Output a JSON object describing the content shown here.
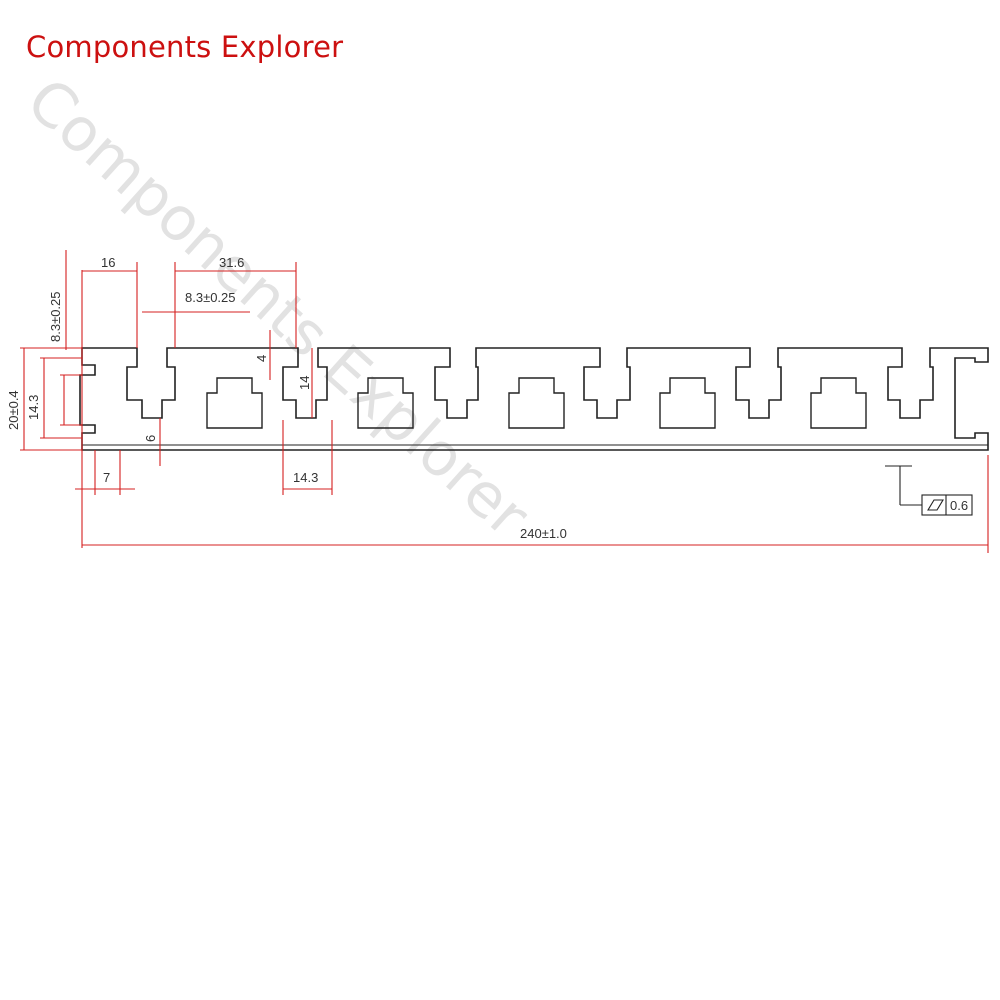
{
  "brand": {
    "title": "Components Explorer",
    "watermark": "Components Explorer"
  },
  "colors": {
    "brand": "#cc1010",
    "dimension": "#d42020",
    "profile": "#222222",
    "watermark": "#e2e2e2"
  },
  "dimensions": {
    "slot_opening": "16",
    "slot_pitch": "31.6",
    "slot_width": "8.3±0.25",
    "edge_slot_depth": "8.3±0.25",
    "height": "20±0.4",
    "inner_height": "14.3",
    "lip": "4",
    "slot_depth": "14",
    "wall": "6",
    "edge_offset": "7",
    "segment": "14.3",
    "length": "240±1.0",
    "flatness": "0.6"
  }
}
